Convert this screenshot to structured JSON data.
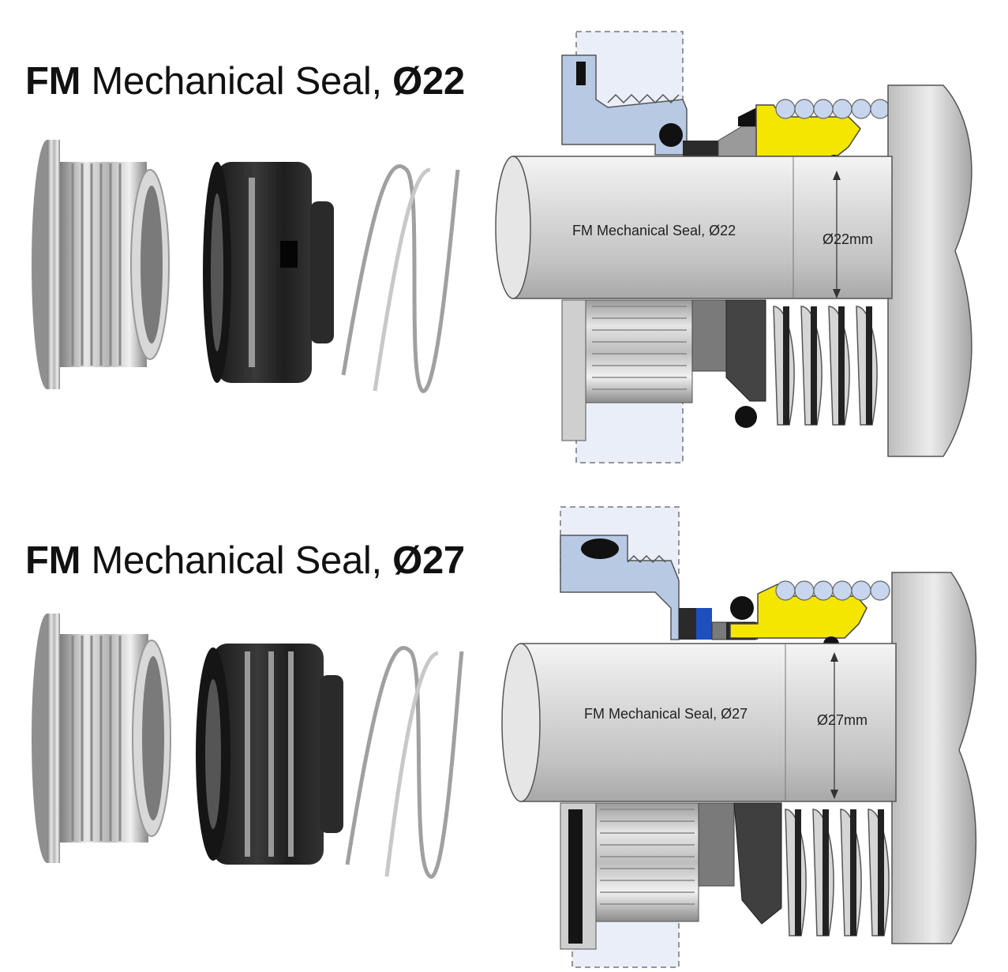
{
  "sections": [
    {
      "title_bold": "FM",
      "title_text": "Mechanical Seal,",
      "title_size": "Ø22",
      "shaft_label": "FM Mechanical Seal, Ø22",
      "dimension_label": "Ø22mm"
    },
    {
      "title_bold": "FM",
      "title_text": "Mechanical Seal,",
      "title_size": "Ø27",
      "shaft_label": "FM Mechanical Seal, Ø27",
      "dimension_label": "Ø27mm"
    }
  ],
  "colors": {
    "housing_blue": "#b8c9e4",
    "seal_yellow": "#f5e600",
    "o_ring_black": "#111111",
    "spring_blue": "#c7d6ee",
    "shaft_grey": "#c9c9c9",
    "accent_blue": "#1f4fbf"
  }
}
